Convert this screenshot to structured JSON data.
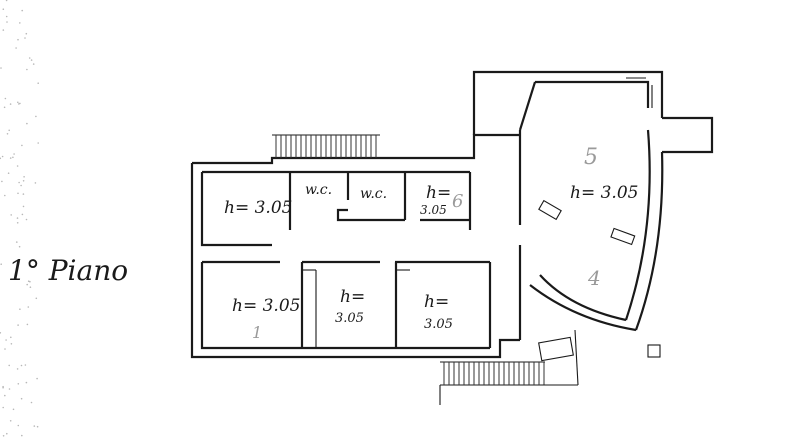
{
  "floor_label": "1° Piano",
  "rooms": [
    {
      "id": "room-1",
      "height_text": "h= 3.05",
      "number": ""
    },
    {
      "id": "room-wc-1",
      "height_text": "",
      "number": "",
      "name": "w.c."
    },
    {
      "id": "room-wc-2",
      "height_text": "",
      "number": "",
      "name": "w.c."
    },
    {
      "id": "room-6",
      "height_text": "h=",
      "height_value": "3.05",
      "number": "6"
    },
    {
      "id": "room-5",
      "height_text": "h= 3.05",
      "number": "5"
    },
    {
      "id": "room-bottom-1",
      "height_text": "h= 3.05",
      "number": "1"
    },
    {
      "id": "room-bottom-2",
      "height_text": "h=",
      "height_value": "3.05",
      "number": ""
    },
    {
      "id": "room-bottom-3",
      "height_text": "h=",
      "height_value": "3.05",
      "number": ""
    },
    {
      "id": "room-4",
      "height_text": "",
      "number": "4"
    }
  ],
  "colors": {
    "ink": "#1a1a1a",
    "paper": "#ffffff"
  }
}
